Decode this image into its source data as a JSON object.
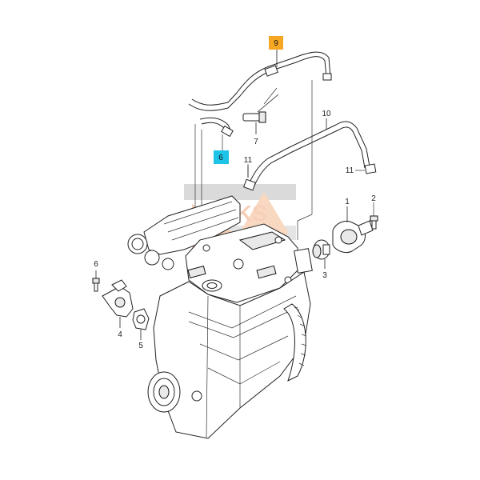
{
  "callouts": {
    "c1": "1",
    "c2": "2",
    "c3": "3",
    "c4": "4",
    "c5": "5",
    "c6a": "6",
    "c6b": "6",
    "c7": "7",
    "c9": "9",
    "c10": "10",
    "c11a": "11",
    "c11b": "11"
  },
  "watermark_lettering": "SKS",
  "colors": {
    "highlight_orange": "#f5a623",
    "highlight_cyan": "#1ec3e8",
    "watermark_orange": "#f2a97f",
    "watermark_gray": "#c8c8c8"
  }
}
